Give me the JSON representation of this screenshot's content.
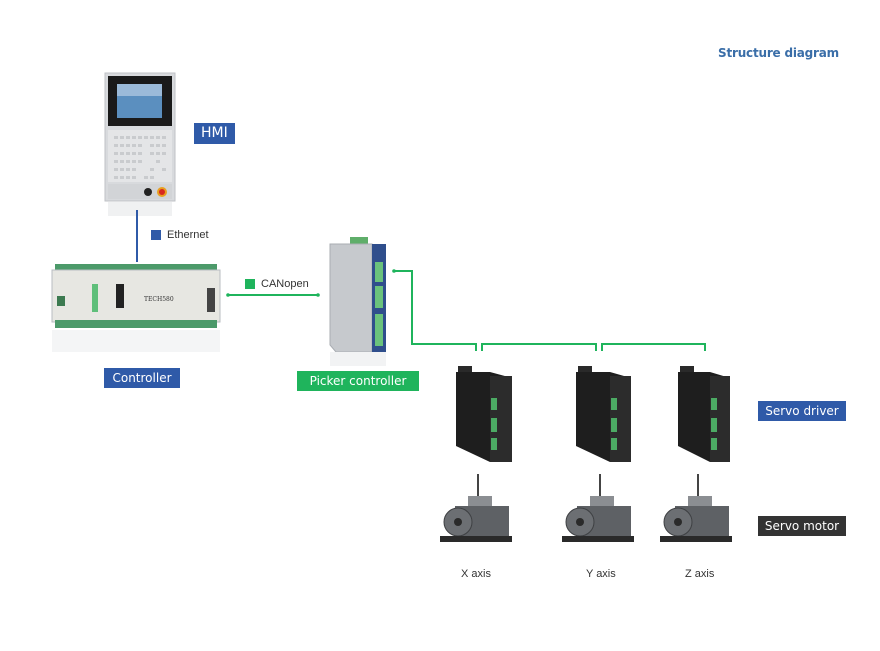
{
  "title": "Structure diagram",
  "labels": {
    "hmi": "HMI",
    "controller": "Controller",
    "picker_controller": "Picker controller",
    "servo_driver": "Servo driver",
    "servo_motor": "Servo motor"
  },
  "legend": {
    "ethernet": "Ethernet",
    "canopen": "CANopen"
  },
  "device_text": {
    "controller_model": "TECH580"
  },
  "axes": [
    "X axis",
    "Y axis",
    "Z axis"
  ],
  "colors": {
    "blue": "#2f5aa8",
    "green": "#1fb45c",
    "dark": "#333333",
    "title": "#3a6ea8"
  }
}
